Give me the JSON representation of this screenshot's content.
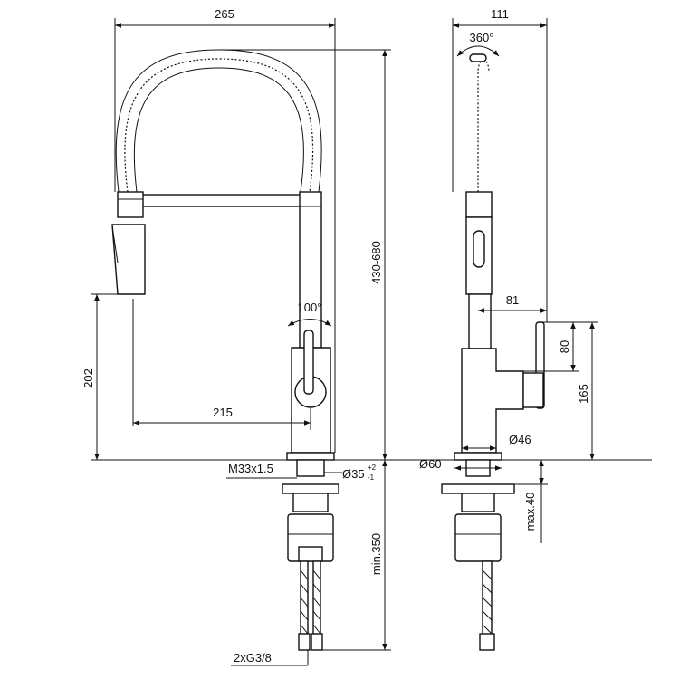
{
  "front_view": {
    "width_overall": "265",
    "height_range": "430-680",
    "lever_angle": "100°",
    "spout_height": "202",
    "reach": "215",
    "thread": "M33x1.5",
    "hole_dia_main": "Ø35",
    "hole_tol_plus": "+2",
    "hole_tol_minus": "-1",
    "below_deck": "min.350",
    "connections": "2xG3/8"
  },
  "side_view": {
    "width_overall": "111",
    "swivel_angle": "360°",
    "lever_offset": "81",
    "lever_height": "80",
    "handle_height": "165",
    "body_dia": "Ø46",
    "base_dia": "Ø60",
    "deck_thickness": "max.40"
  }
}
